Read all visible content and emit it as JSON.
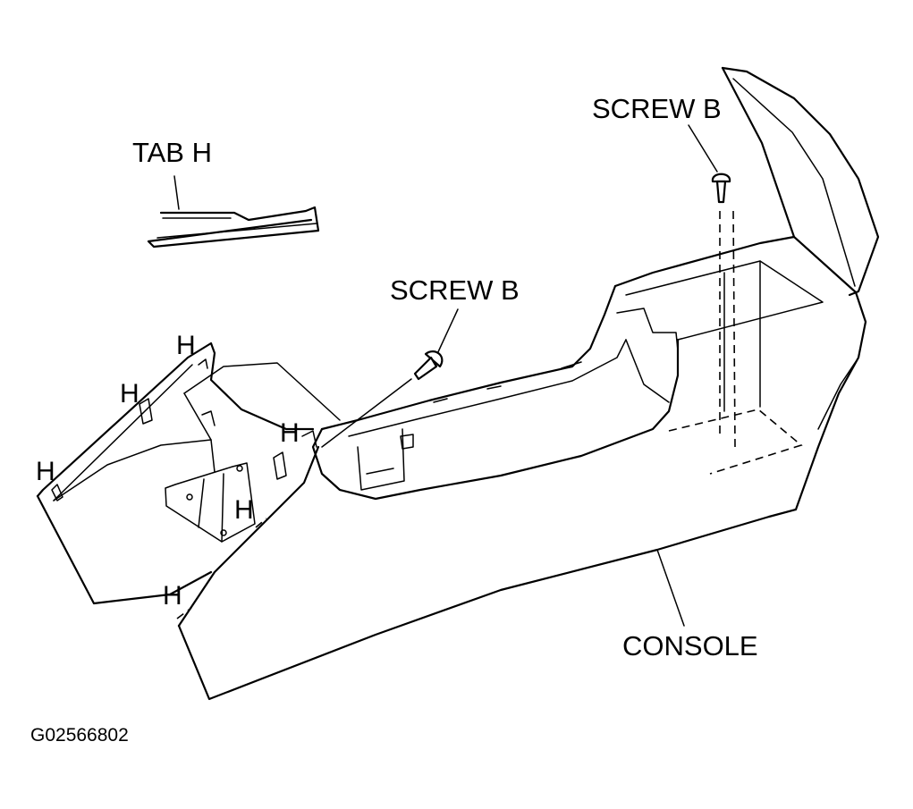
{
  "labels": {
    "tab_h": "TAB H",
    "screw_b_top": "SCREW B",
    "screw_b_middle": "SCREW B",
    "console": "CONSOLE",
    "figure_code": "G02566802"
  },
  "tab_markers": [
    "H",
    "H",
    "H",
    "H",
    "H",
    "H"
  ]
}
